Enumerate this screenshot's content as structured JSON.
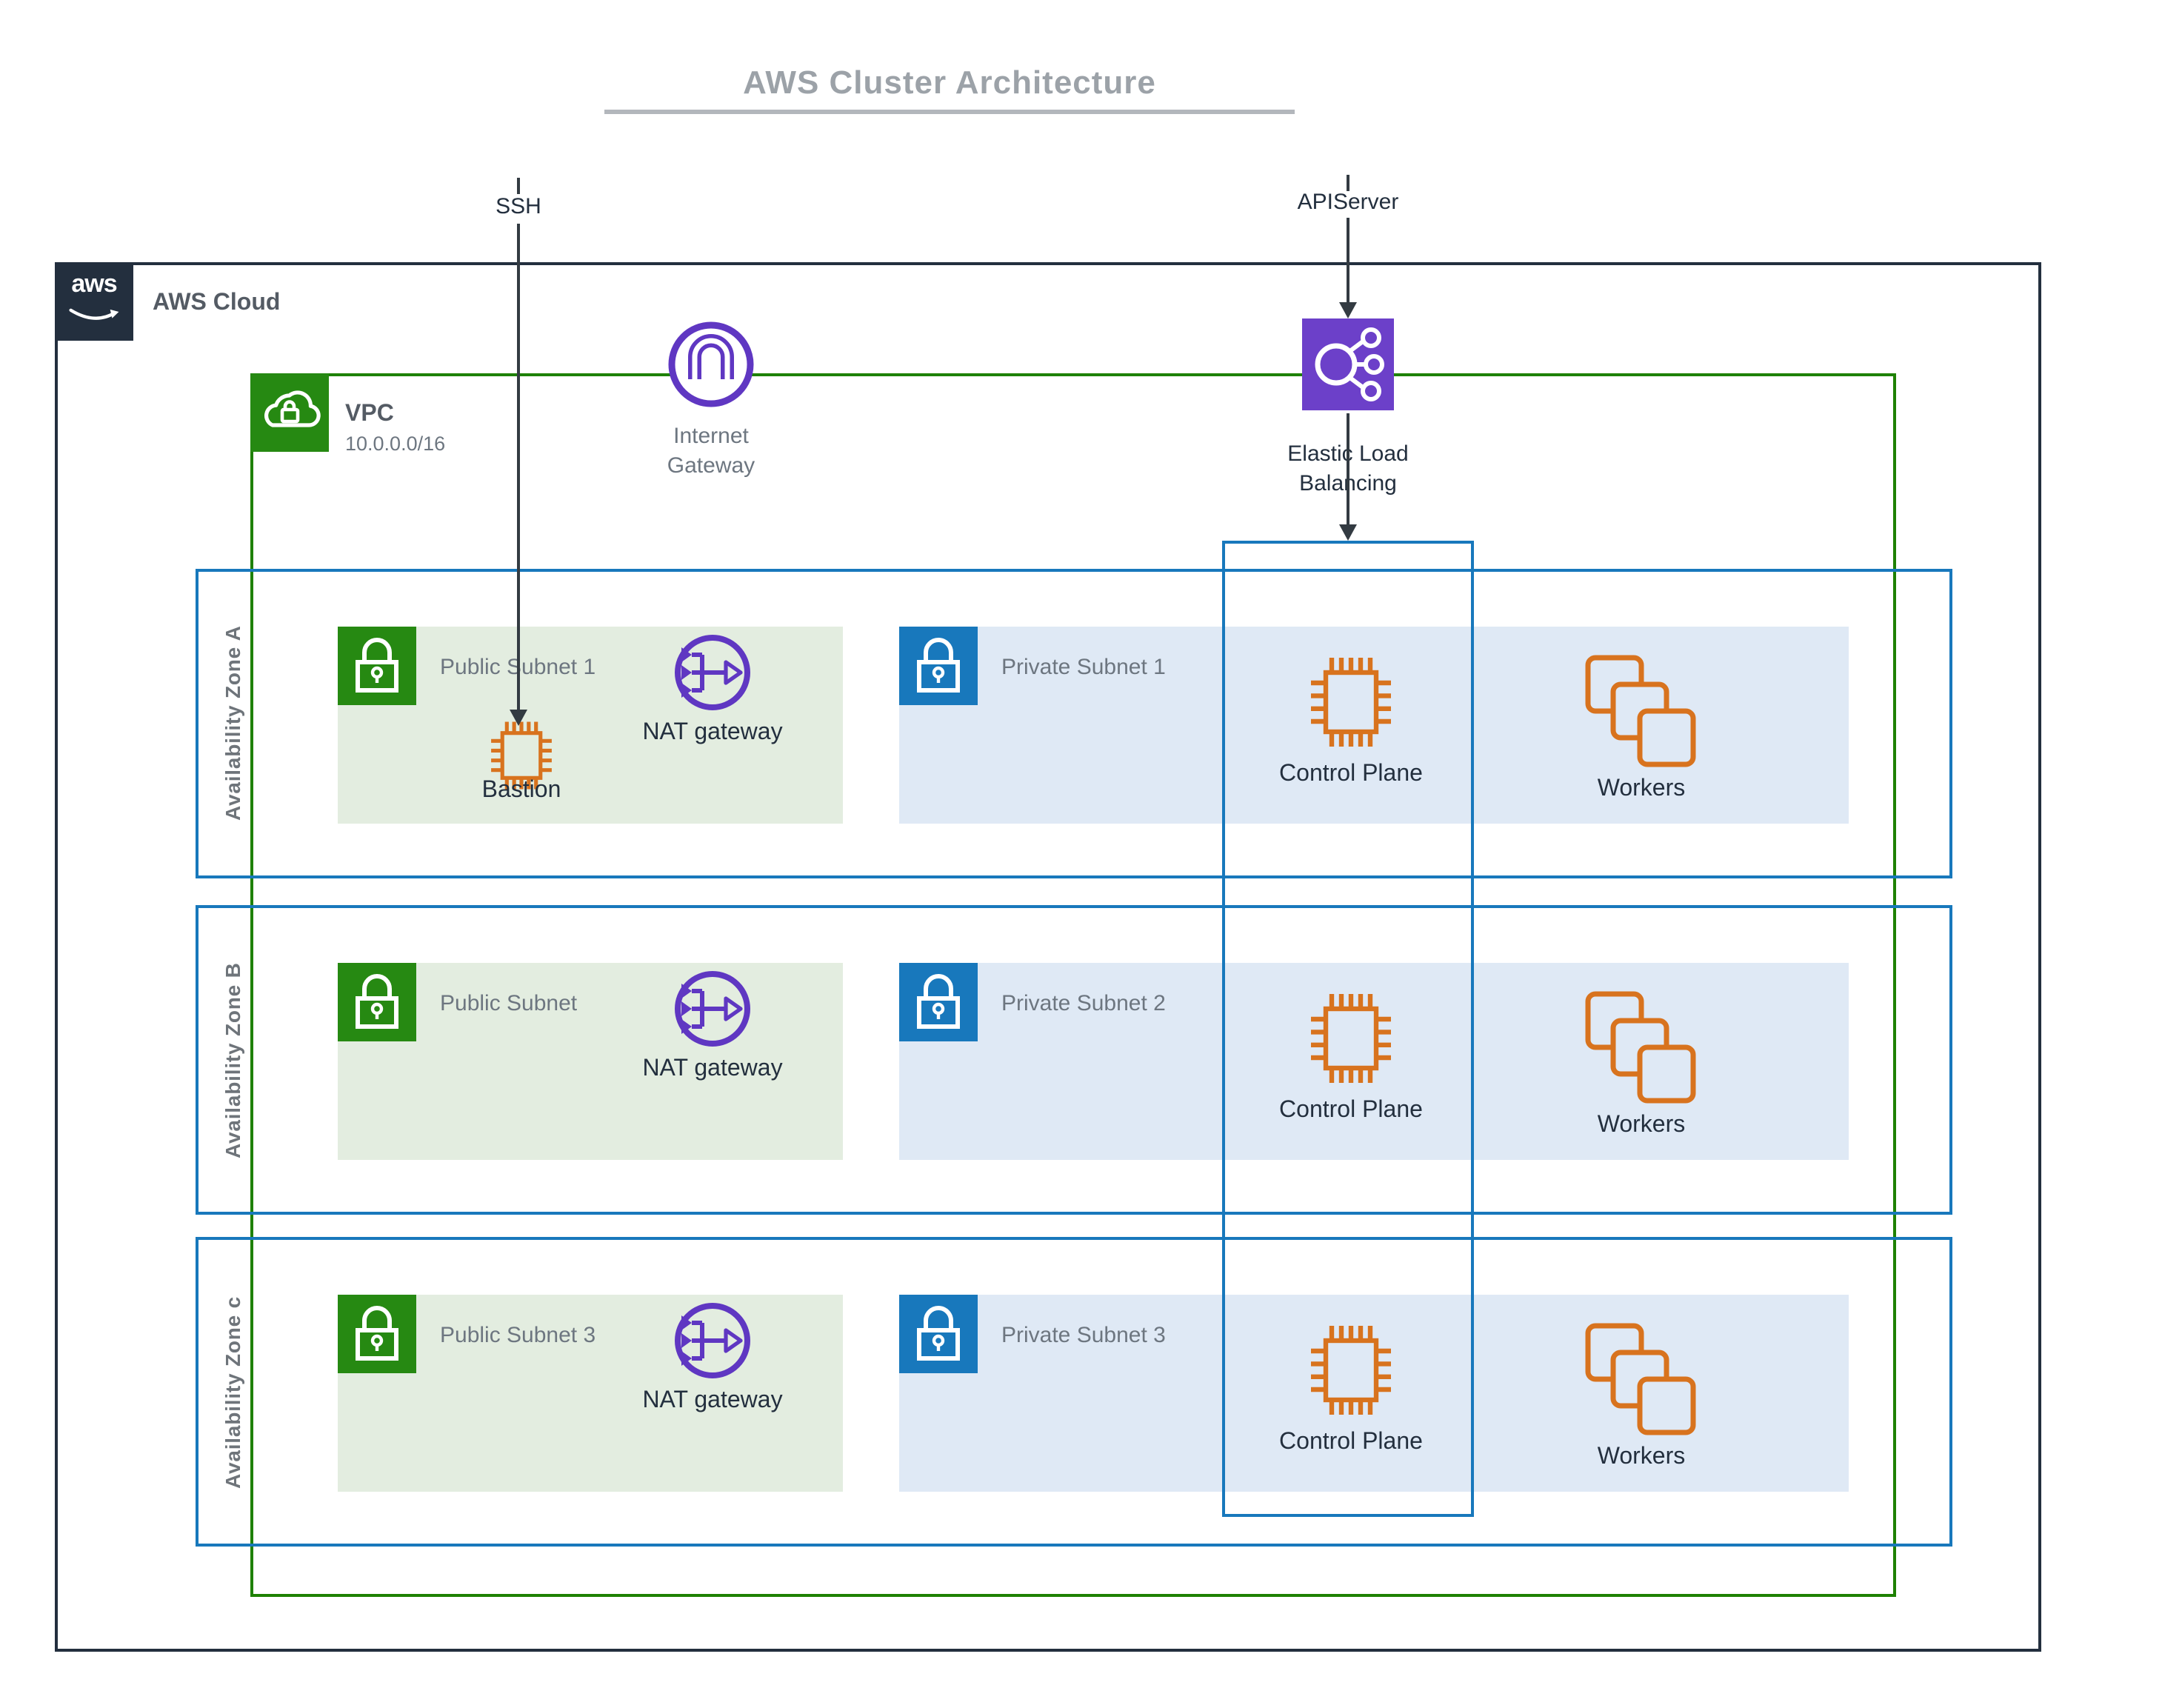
{
  "title": "AWS Cluster Architecture",
  "connections": {
    "ssh": "SSH",
    "apiserver": "APIServer"
  },
  "aws_cloud": {
    "logo": "aws",
    "label": "AWS Cloud"
  },
  "vpc": {
    "label": "VPC",
    "cidr": "10.0.0.0/16"
  },
  "internet_gateway": {
    "line1": "Internet",
    "line2": "Gateway"
  },
  "load_balancer": {
    "line1": "Elastic Load",
    "line2": "Balancing"
  },
  "zones": [
    {
      "label": "Availability Zone A",
      "public_subnet": "Public Subnet 1",
      "nat": "NAT gateway",
      "bastion": "Bastion",
      "private_subnet": "Private Subnet 1",
      "control_plane": "Control Plane",
      "workers": "Workers"
    },
    {
      "label": "Availability Zone B",
      "public_subnet": "Public Subnet",
      "nat": "NAT gateway",
      "private_subnet": "Private Subnet 2",
      "control_plane": "Control Plane",
      "workers": "Workers"
    },
    {
      "label": "Availability Zone c",
      "public_subnet": "Public Subnet 3",
      "nat": "NAT gateway",
      "private_subnet": "Private Subnet 3",
      "control_plane": "Control Plane",
      "workers": "Workers"
    }
  ],
  "colors": {
    "dark": "#232F3E",
    "green": "#1E8102",
    "green-icon": "#268912",
    "green-fill": "#E3EDE0",
    "blue": "#1878BC",
    "blue-icon": "#1878BC",
    "blue-fill": "#DFE9F5",
    "purple": "#5F37C2",
    "purple-fill": "#6C40C9",
    "orange": "#D8731E",
    "text-dark": "#232F3E",
    "text-gray": "#545B64",
    "text-muted": "#6D7680",
    "title-gray": "#9CA2A8",
    "rule-gray": "#B3B7BC",
    "zone-label": "#6E747A",
    "line": "#333B42"
  }
}
